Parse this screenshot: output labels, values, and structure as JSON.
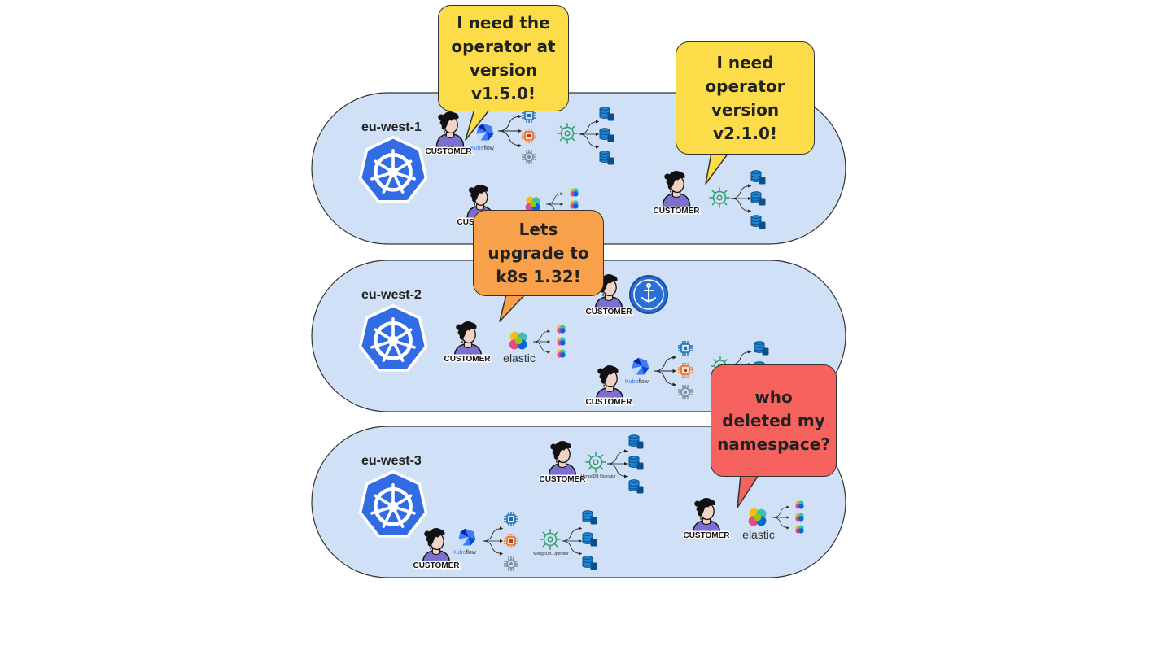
{
  "regions": [
    {
      "label": "eu-west-1"
    },
    {
      "label": "eu-west-2"
    },
    {
      "label": "eu-west-3"
    }
  ],
  "customer_label": "CUSTOMER",
  "brands": {
    "kubeflow_prefix": "Kube",
    "kubeflow_suffix": "flow",
    "elastic": "elastic",
    "mongodb_operator": "MongoDB Operator"
  },
  "bubbles": {
    "b1": "I need the operator at version v1.5.0!",
    "b2": "I need operator version v2.1.0!",
    "b3": "Lets upgrade to k8s 1.32!",
    "b4": "who deleted my namespace?"
  },
  "colors": {
    "region_fill": "#cfe0f7",
    "k8s_blue": "#326ce5",
    "yellow_bubble": "#fddc4a",
    "orange_bubble": "#f9a14a",
    "red_bubble": "#f6625e",
    "customer_purple": "#7b6fd0"
  },
  "icons": [
    "kubernetes-icon",
    "customer-icon",
    "kubeflow-icon",
    "chip-icon",
    "operator-gear-icon",
    "database-icon",
    "elastic-icon",
    "cert-manager-icon"
  ]
}
